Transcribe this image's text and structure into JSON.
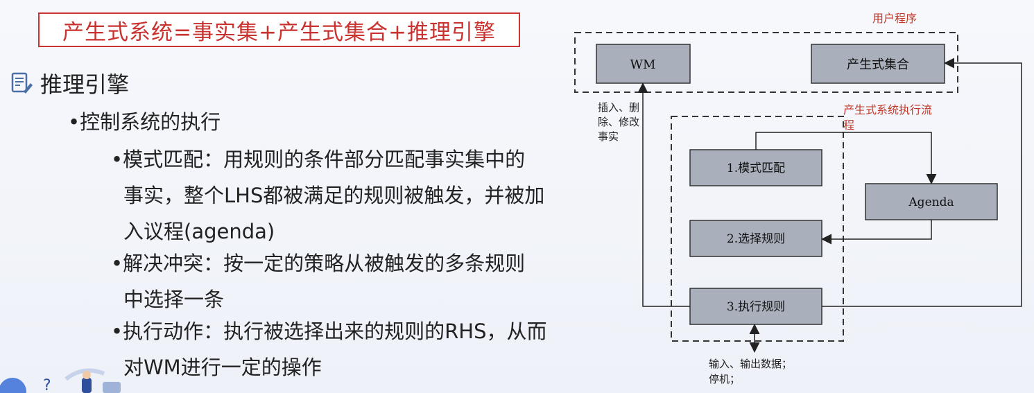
{
  "title": "产生式系统=事实集+产生式集合+推理引擎",
  "section_title": "推理引擎",
  "bullet1": "•控制系统的执行",
  "bullets": [
    {
      "lines": [
        "•模式匹配：用规则的条件部分匹配事实集中的",
        "事实，整个LHS都被满足的规则被触发，并被加",
        "入议程(agenda)"
      ]
    },
    {
      "lines": [
        "•解决冲突：按一定的策略从被触发的多条规则",
        "中选择一条"
      ]
    },
    {
      "lines": [
        "•执行动作：执行被选择出来的规则的RHS，从而",
        "对WM进行一定的操作"
      ]
    }
  ],
  "diagram": {
    "user_program_label": "用户程序",
    "flow_label_line1": "产生式系统执行流",
    "flow_label_line2": "程",
    "wm": "WM",
    "prod_set": "产生式集合",
    "step1": "1.模式匹配",
    "step2": "2.选择规则",
    "step3": "3.执行规则",
    "agenda": "Agenda",
    "insert_line1": "插入、删",
    "insert_line2": "除、修改",
    "insert_line3": "事实",
    "io_line1": "输入、输出数据；",
    "io_line2": "停机；",
    "box_fill": "#a9b0bc",
    "dashed_color": "#333333",
    "red_label_color": "#c0392b"
  },
  "colors": {
    "accent_red": "#c8322f"
  }
}
